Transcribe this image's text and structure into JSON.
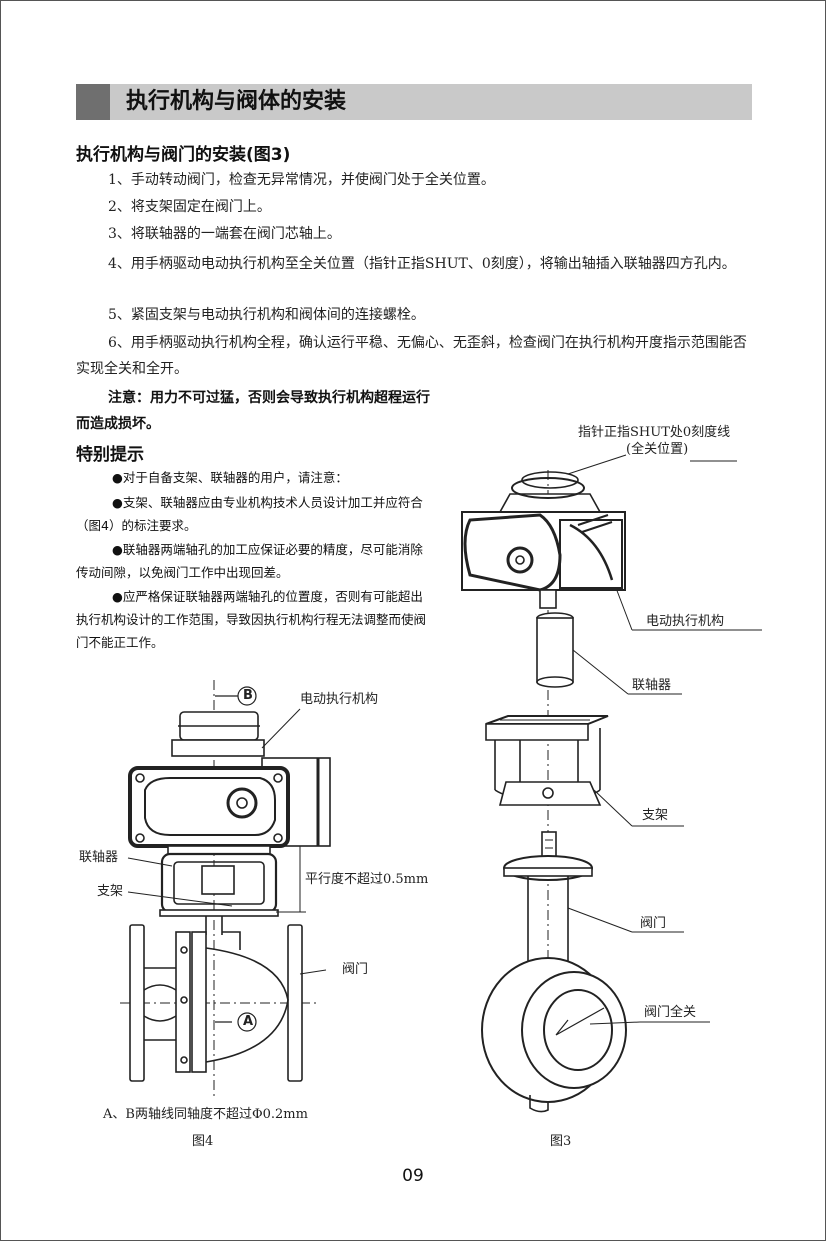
{
  "section_title": "执行机构与阀体的安装",
  "subsection_title": "执行机构与阀门的安装(图3)",
  "steps": [
    "1、手动转动阀门，检查无异常情况，并使阀门处于全关位置。",
    "2、将支架固定在阀门上。",
    "3、将联轴器的一端套在阀门芯轴上。",
    "4、用手柄驱动电动执行机构至全关位置（指针正指SHUT、0刻度），将输出轴插入联轴器四方孔内。",
    "5、紧固支架与电动执行机构和阀体间的连接螺栓。",
    "6、用手柄驱动执行机构全程，确认运行平稳、无偏心、无歪斜，检查阀门在执行机构开度指示范围能否实现全关和全开。"
  ],
  "note": "注意：用力不可过猛，否则会导致执行机构超程运行而造成损坏。",
  "special_title": "特别提示",
  "special_items": [
    "●对于自备支架、联轴器的用户，请注意：",
    "●支架、联轴器应由专业机构技术人员设计加工并应符合（图4）的标注要求。",
    "●联轴器两端轴孔的加工应保证必要的精度，尽可能消除传动间隙，以免阀门工作中出现回差。",
    "●应严格保证联轴器两端轴孔的位置度，否则有可能超出执行机构设计的工作范围，导致因执行机构行程无法调整而使阀门不能正工作。"
  ],
  "fig4": {
    "axis_b": "B",
    "axis_a": "A",
    "label_actuator": "电动执行机构",
    "label_coupling": "联轴器",
    "label_bracket": "支架",
    "label_parallel": "平行度不超过0.5mm",
    "label_valve": "阀门",
    "caption_coax": "A、B两轴线同轴度不超过Φ0.2mm",
    "caption": "图4"
  },
  "fig3": {
    "label_pointer_1": "指针正指SHUT处0刻度线",
    "label_pointer_2": "(全关位置)",
    "label_actuator": "电动执行机构",
    "label_coupling": "联轴器",
    "label_bracket": "支架",
    "label_valve": "阀门",
    "label_closed": "阀门全关",
    "caption": "图3"
  },
  "page_number": "09"
}
